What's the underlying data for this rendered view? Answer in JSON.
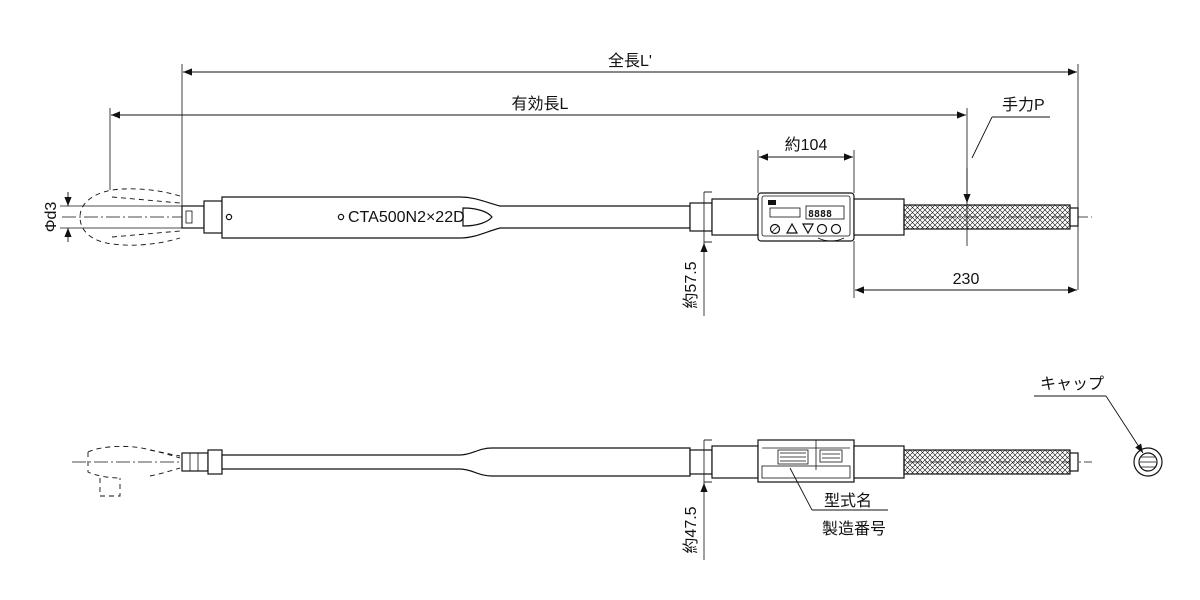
{
  "labels": {
    "overall_length": "全長L'",
    "effective_length": "有効長L",
    "hand_force": "手力P",
    "display_width": "約104",
    "square_drive": "Φd3",
    "height_top": "約57.5",
    "grip_length": "230",
    "model_marking": "CTA500N2×22D",
    "cap": "キャップ",
    "model_name": "型式名",
    "serial_number": "製造番号",
    "height_bottom": "約47.5",
    "display_readout": "8888"
  }
}
